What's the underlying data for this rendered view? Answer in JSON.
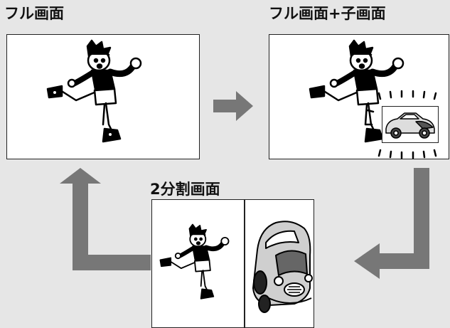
{
  "labels": {
    "full": "フル画面",
    "full_pip": "フル画面+子画面",
    "split": "2分割画面"
  },
  "colors": {
    "background": "#e6e6e6",
    "arrow": "#777777",
    "frame_border": "#222222",
    "screen": "#ffffff"
  },
  "icons": {
    "boy": "kicking-boy-icon",
    "car": "classic-car-icon",
    "arrow_right": "arrow-right-icon",
    "arrow_down_left": "arrow-down-left-icon",
    "arrow_up": "arrow-up-icon"
  }
}
